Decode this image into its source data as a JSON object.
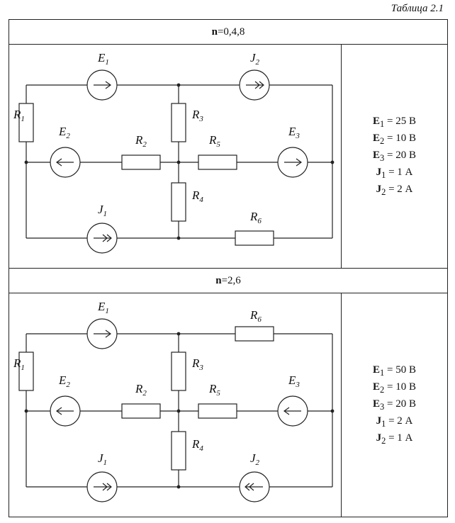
{
  "caption": "Таблица 2.1",
  "variants": [
    {
      "n_label": "n",
      "n_value": "=0,4,8",
      "circuit": {
        "labels": {
          "E1": "E",
          "E1s": "1",
          "E2": "E",
          "E2s": "2",
          "E3": "E",
          "E3s": "3",
          "J1": "J",
          "J1s": "1",
          "J2": "J",
          "J2s": "2",
          "R1": "R",
          "R1s": "1",
          "R2": "R",
          "R2s": "2",
          "R3": "R",
          "R3s": "3",
          "R4": "R",
          "R4s": "4",
          "R5": "R",
          "R5s": "5",
          "R6": "R",
          "R6s": "6"
        }
      },
      "values": [
        {
          "sym": "E",
          "sub": "1",
          "rest": " = 25 В"
        },
        {
          "sym": "E",
          "sub": "2",
          "rest": " = 10 В"
        },
        {
          "sym": "E",
          "sub": "3",
          "rest": " = 20 В"
        },
        {
          "sym": "J",
          "sub": "1",
          "rest": " = 1 А"
        },
        {
          "sym": "J",
          "sub": "2",
          "rest": " = 2 А"
        }
      ]
    },
    {
      "n_label": "n",
      "n_value": "=2,6",
      "circuit": {
        "labels": {
          "E1": "E",
          "E1s": "1",
          "E2": "E",
          "E2s": "2",
          "E3": "E",
          "E3s": "3",
          "J1": "J",
          "J1s": "1",
          "J2": "J",
          "J2s": "2",
          "R1": "R",
          "R1s": "1",
          "R2": "R",
          "R2s": "2",
          "R3": "R",
          "R3s": "3",
          "R4": "R",
          "R4s": "4",
          "R5": "R",
          "R5s": "5",
          "R6": "R",
          "R6s": "6"
        }
      },
      "values": [
        {
          "sym": "E",
          "sub": "1",
          "rest": " = 50 В"
        },
        {
          "sym": "E",
          "sub": "2",
          "rest": " = 10 В"
        },
        {
          "sym": "E",
          "sub": "3",
          "rest": " = 20 В"
        },
        {
          "sym": "J",
          "sub": "1",
          "rest": " = 2 А"
        },
        {
          "sym": "J",
          "sub": "2",
          "rest": " = 1 А"
        }
      ]
    }
  ]
}
